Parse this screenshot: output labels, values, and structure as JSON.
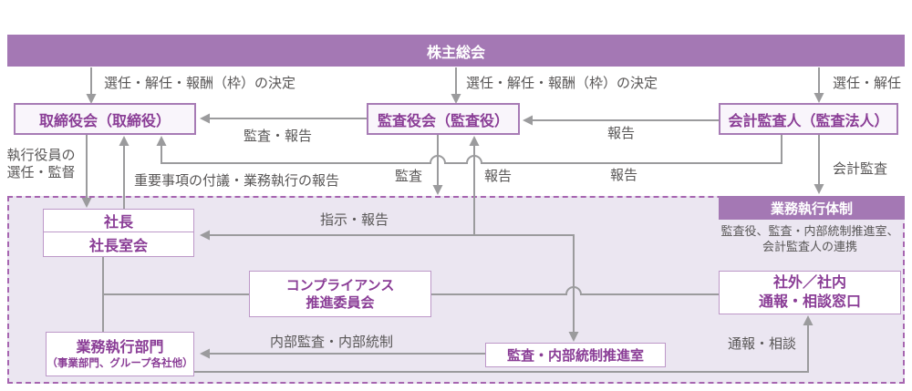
{
  "colors": {
    "bar_purple": "#a478b4",
    "box_border": "#a77bb5",
    "box_text": "#8a3d96",
    "line_gray": "#9b9b9d",
    "label_gray": "#585656",
    "area_bg": "#ebe6f1",
    "area_border": "#a665b0"
  },
  "top_bar": {
    "title": "株主総会"
  },
  "appointment_labels": {
    "to_board": "選任・解任・報酬（枠）の決定",
    "to_audit_board": "選任・解任・報酬（枠）の決定",
    "to_accounting_auditor": "選任・解任"
  },
  "org_boxes": {
    "board": "取締役会（取締役）",
    "audit_board": "監査役会（監査役）",
    "accounting_auditor": "会計監査人（監査法人）"
  },
  "edge_labels": {
    "audit_report": "監査・報告",
    "report_to_audit_board": "報告",
    "exec_officer_line1": "執行役員の",
    "exec_officer_line2": "選任・監督",
    "important_matters": "重要事項の付議・業務執行の報告",
    "audit_down": "監査",
    "report_up": "報告",
    "report_to_board": "報告",
    "accounting_audit": "会計監査",
    "instruction_report": "指示・報告",
    "internal_audit": "内部監査・内部統制",
    "whistleblowing": "通報・相談"
  },
  "exec_area": {
    "title": "業務執行体制",
    "caption_line1": "監査役、監査・内部統制推進室、",
    "caption_line2": "会計監査人の連携"
  },
  "exec_boxes": {
    "president": "社長",
    "president_office": "社長室会",
    "compliance_line1": "コンプライアンス",
    "compliance_line2": "推進委員会",
    "exec_dept_line1": "業務執行部門",
    "exec_dept_line2": "（事業部門、グループ各社他）",
    "audit_internal_control_office": "監査・内部統制推進室",
    "hotline_line1": "社外／社内",
    "hotline_line2": "通報・相談窓口"
  }
}
